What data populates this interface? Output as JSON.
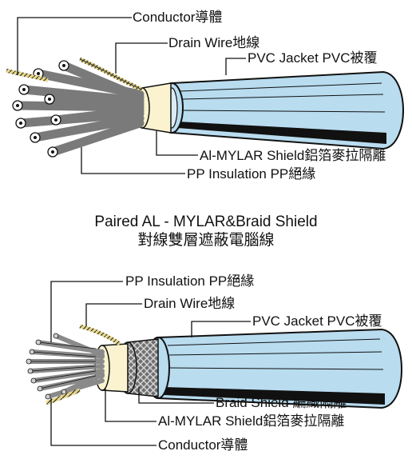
{
  "diagram1": {
    "labels": {
      "conductor": "Conductor導體",
      "drain_wire": "Drain Wire地線",
      "jacket": "PVC Jacket PVC被覆",
      "shield": "Al-MYLAR Shield鋁箔麥拉隔離",
      "insulation": "PP Insulation PP絕緣"
    }
  },
  "caption": {
    "line1": "Paired AL - MYLAR&Braid Shield",
    "line2": "對線雙層遮蔽電腦線"
  },
  "diagram2": {
    "labels": {
      "insulation": "PP Insulation PP絕緣",
      "drain_wire": "Drain Wire地線",
      "jacket": "PVC Jacket PVC被覆",
      "braid": "Braid  Shield 編織隔離",
      "shield": "Al-MYLAR Shield鋁箔麥拉隔離",
      "conductor": "Conductor導體"
    }
  },
  "colors": {
    "jacket_fill": "#b9dcef",
    "jacket_band": "#111111",
    "foil_fill": "#fbf3cf",
    "wire_fill": "#7a7a7a",
    "wire_core": "#ffffff",
    "braid_fill": "#6f6f6f",
    "drain_fill": "#e8d98a"
  }
}
